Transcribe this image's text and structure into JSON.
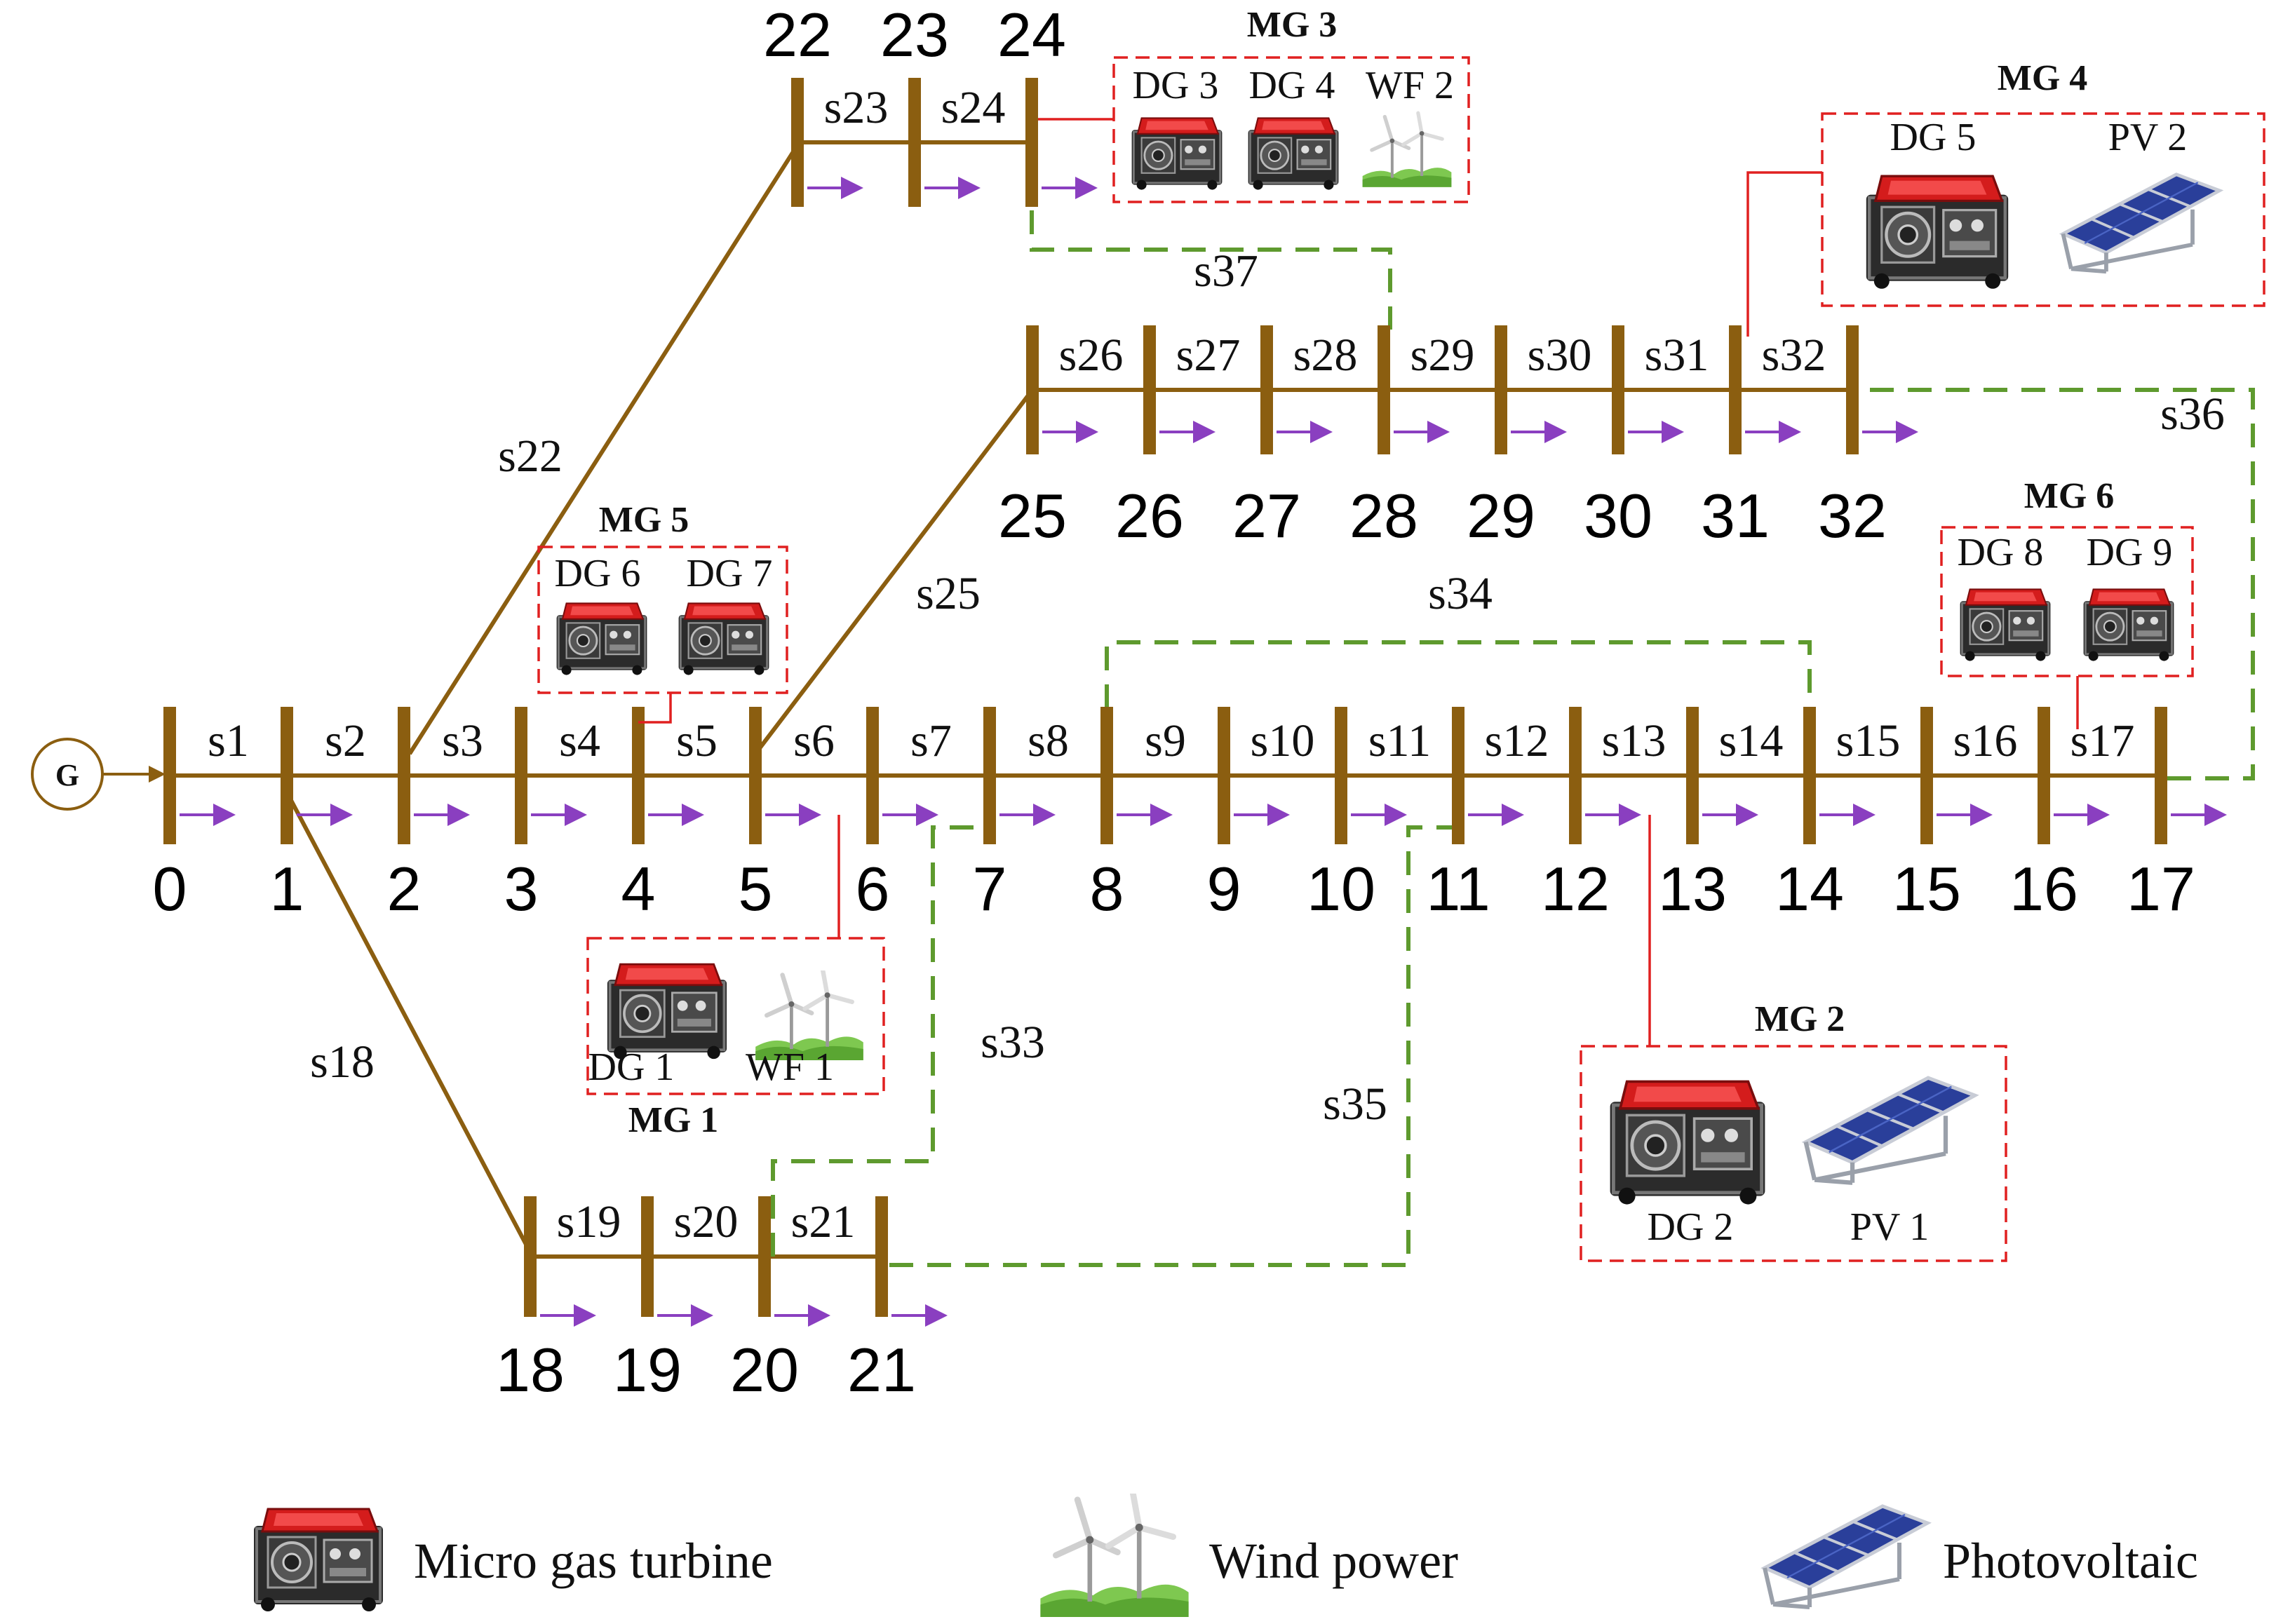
{
  "source_label": "G",
  "buses": [
    {
      "id": "0"
    },
    {
      "id": "1"
    },
    {
      "id": "2"
    },
    {
      "id": "3"
    },
    {
      "id": "4"
    },
    {
      "id": "5"
    },
    {
      "id": "6"
    },
    {
      "id": "7"
    },
    {
      "id": "8"
    },
    {
      "id": "9"
    },
    {
      "id": "10"
    },
    {
      "id": "11"
    },
    {
      "id": "12"
    },
    {
      "id": "13"
    },
    {
      "id": "14"
    },
    {
      "id": "15"
    },
    {
      "id": "16"
    },
    {
      "id": "17"
    },
    {
      "id": "18"
    },
    {
      "id": "19"
    },
    {
      "id": "20"
    },
    {
      "id": "21"
    },
    {
      "id": "22"
    },
    {
      "id": "23"
    },
    {
      "id": "24"
    },
    {
      "id": "25"
    },
    {
      "id": "26"
    },
    {
      "id": "27"
    },
    {
      "id": "28"
    },
    {
      "id": "29"
    },
    {
      "id": "30"
    },
    {
      "id": "31"
    },
    {
      "id": "32"
    }
  ],
  "lines": [
    {
      "label": "s1",
      "from": "0",
      "to": "1"
    },
    {
      "label": "s2",
      "from": "1",
      "to": "2"
    },
    {
      "label": "s3",
      "from": "2",
      "to": "3"
    },
    {
      "label": "s4",
      "from": "3",
      "to": "4"
    },
    {
      "label": "s5",
      "from": "4",
      "to": "5"
    },
    {
      "label": "s6",
      "from": "5",
      "to": "6"
    },
    {
      "label": "s7",
      "from": "6",
      "to": "7"
    },
    {
      "label": "s8",
      "from": "7",
      "to": "8"
    },
    {
      "label": "s9",
      "from": "8",
      "to": "9"
    },
    {
      "label": "s10",
      "from": "9",
      "to": "10"
    },
    {
      "label": "s11",
      "from": "10",
      "to": "11"
    },
    {
      "label": "s12",
      "from": "11",
      "to": "12"
    },
    {
      "label": "s13",
      "from": "12",
      "to": "13"
    },
    {
      "label": "s14",
      "from": "13",
      "to": "14"
    },
    {
      "label": "s15",
      "from": "14",
      "to": "15"
    },
    {
      "label": "s16",
      "from": "15",
      "to": "16"
    },
    {
      "label": "s17",
      "from": "16",
      "to": "17"
    },
    {
      "label": "s18",
      "from": "1",
      "to": "18"
    },
    {
      "label": "s19",
      "from": "18",
      "to": "19"
    },
    {
      "label": "s20",
      "from": "19",
      "to": "20"
    },
    {
      "label": "s21",
      "from": "20",
      "to": "21"
    },
    {
      "label": "s22",
      "from": "2",
      "to": "22"
    },
    {
      "label": "s23",
      "from": "22",
      "to": "23"
    },
    {
      "label": "s24",
      "from": "23",
      "to": "24"
    },
    {
      "label": "s25",
      "from": "5",
      "to": "25"
    },
    {
      "label": "s26",
      "from": "25",
      "to": "26"
    },
    {
      "label": "s27",
      "from": "26",
      "to": "27"
    },
    {
      "label": "s28",
      "from": "27",
      "to": "28"
    },
    {
      "label": "s29",
      "from": "28",
      "to": "29"
    },
    {
      "label": "s30",
      "from": "29",
      "to": "30"
    },
    {
      "label": "s31",
      "from": "30",
      "to": "31"
    },
    {
      "label": "s32",
      "from": "31",
      "to": "32"
    }
  ],
  "tie_lines": [
    {
      "label": "s33",
      "from": "20",
      "to": "7"
    },
    {
      "label": "s34",
      "from": "8",
      "to": "14"
    },
    {
      "label": "s35",
      "from": "21",
      "to": "11"
    },
    {
      "label": "s36",
      "from": "17",
      "to": "32"
    },
    {
      "label": "s37",
      "from": "24",
      "to": "28"
    }
  ],
  "microgrids": [
    {
      "name": "MG 1",
      "bus": "6",
      "units": [
        {
          "label": "DG 1",
          "kind": "generator-icon"
        },
        {
          "label": "WF 1",
          "kind": "wind-turbine-icon"
        }
      ]
    },
    {
      "name": "MG 2",
      "bus": "13",
      "units": [
        {
          "label": "DG 2",
          "kind": "generator-icon"
        },
        {
          "label": "PV 1",
          "kind": "solar-panel-icon"
        }
      ]
    },
    {
      "name": "MG 3",
      "bus": "24",
      "units": [
        {
          "label": "DG 3",
          "kind": "generator-icon"
        },
        {
          "label": "DG 4",
          "kind": "generator-icon"
        },
        {
          "label": "WF 2",
          "kind": "wind-turbine-icon"
        }
      ]
    },
    {
      "name": "MG 4",
      "bus": "31",
      "units": [
        {
          "label": "DG 5",
          "kind": "generator-icon"
        },
        {
          "label": "PV 2",
          "kind": "solar-panel-icon"
        }
      ]
    },
    {
      "name": "MG 5",
      "bus": "4",
      "units": [
        {
          "label": "DG 6",
          "kind": "generator-icon"
        },
        {
          "label": "DG 7",
          "kind": "generator-icon"
        }
      ]
    },
    {
      "name": "MG 6",
      "bus": "16",
      "units": [
        {
          "label": "DG 8",
          "kind": "generator-icon"
        },
        {
          "label": "DG 9",
          "kind": "generator-icon"
        }
      ]
    }
  ],
  "legend": [
    {
      "label": "Micro gas turbine",
      "icon": "generator-icon"
    },
    {
      "label": "Wind power",
      "icon": "wind-turbine-icon"
    },
    {
      "label": "Photovoltaic",
      "icon": "solar-panel-icon"
    }
  ],
  "colors": {
    "feeder": "#8B5E10",
    "tie_line": "#5E9A2E",
    "microgrid": "#E02020",
    "load_arrow": "#8A3FC0"
  }
}
